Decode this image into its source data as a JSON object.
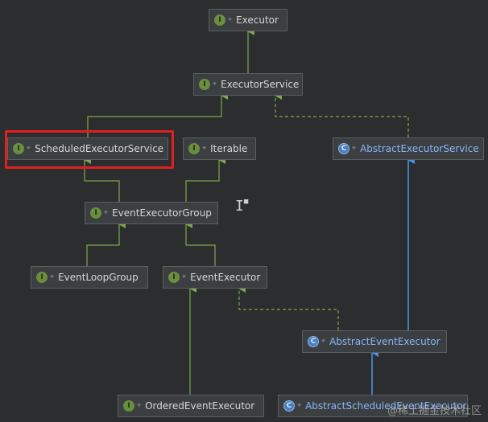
{
  "nodes": [
    {
      "id": "executor",
      "label": "Executor",
      "kind": "interface"
    },
    {
      "id": "executor-service",
      "label": "ExecutorService",
      "kind": "interface"
    },
    {
      "id": "scheduled-executor-service",
      "label": "ScheduledExecutorService",
      "kind": "interface",
      "highlighted": true
    },
    {
      "id": "iterable",
      "label": "Iterable",
      "kind": "interface"
    },
    {
      "id": "abstract-executor-service",
      "label": "AbstractExecutorService",
      "kind": "class"
    },
    {
      "id": "event-executor-group",
      "label": "EventExecutorGroup",
      "kind": "interface"
    },
    {
      "id": "event-loop-group",
      "label": "EventLoopGroup",
      "kind": "interface"
    },
    {
      "id": "event-executor",
      "label": "EventExecutor",
      "kind": "interface"
    },
    {
      "id": "abstract-event-executor",
      "label": "AbstractEventExecutor",
      "kind": "class"
    },
    {
      "id": "ordered-event-executor",
      "label": "OrderedEventExecutor",
      "kind": "interface"
    },
    {
      "id": "abstract-scheduled-event-executor",
      "label": "AbstractScheduledEventExecutor",
      "kind": "class"
    }
  ],
  "edges": [
    {
      "from": "executor-service",
      "to": "executor",
      "type": "extends"
    },
    {
      "from": "scheduled-executor-service",
      "to": "executor-service",
      "type": "extends"
    },
    {
      "from": "abstract-executor-service",
      "to": "executor-service",
      "type": "implements"
    },
    {
      "from": "event-executor-group",
      "to": "scheduled-executor-service",
      "type": "extends"
    },
    {
      "from": "event-executor-group",
      "to": "iterable",
      "type": "extends"
    },
    {
      "from": "event-loop-group",
      "to": "event-executor-group",
      "type": "extends"
    },
    {
      "from": "event-executor",
      "to": "event-executor-group",
      "type": "extends"
    },
    {
      "from": "abstract-event-executor",
      "to": "abstract-executor-service",
      "type": "class-extends"
    },
    {
      "from": "abstract-event-executor",
      "to": "event-executor",
      "type": "implements"
    },
    {
      "from": "ordered-event-executor",
      "to": "event-executor",
      "type": "extends"
    },
    {
      "from": "abstract-scheduled-event-executor",
      "to": "abstract-event-executor",
      "type": "class-extends"
    }
  ],
  "legend": {
    "interface_badge": "I",
    "class_badge": "C"
  },
  "watermark": "@稀土掘金技术社区",
  "colors": {
    "background": "#2b2d2e",
    "node_fill": "#3c3f41",
    "interface_badge": "#6a8e3d",
    "class_badge": "#4a7fbf",
    "interface_edge": "#7fa650",
    "class_edge": "#4a90e2",
    "highlight": "#e02020"
  }
}
